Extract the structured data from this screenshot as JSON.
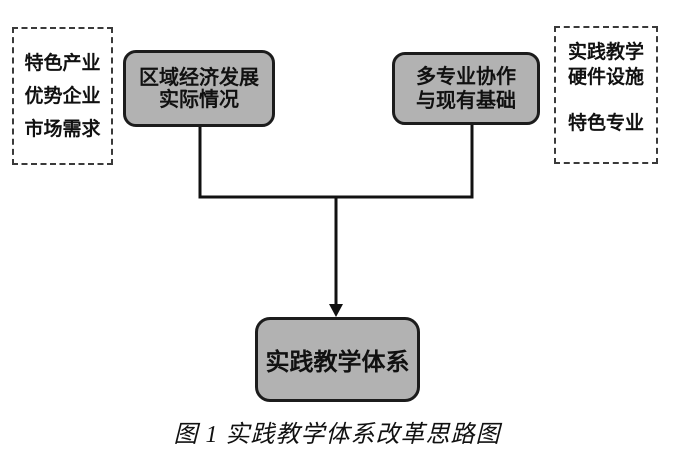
{
  "colors": {
    "node_fill": "#b2b2b2",
    "node_border": "#1c1c1c",
    "dash_border": "#3a3a3a",
    "line": "#111111",
    "text": "#111111",
    "bg": "#ffffff"
  },
  "left_dashed_box": {
    "lines": [
      "特色产业",
      "优势企业",
      "市场需求"
    ]
  },
  "right_dashed_box": {
    "top_lines": [
      "实践教学",
      "硬件设施"
    ],
    "bottom_line": "特色专业"
  },
  "nodes": {
    "region_economy": {
      "line1": "区域经济发展",
      "line2": "实际情况"
    },
    "multi_major": {
      "line1": "多专业协作",
      "line2": "与现有基础"
    },
    "practice_system": {
      "label": "实践教学体系"
    }
  },
  "caption": "图 1  实践教学体系改革思路图"
}
